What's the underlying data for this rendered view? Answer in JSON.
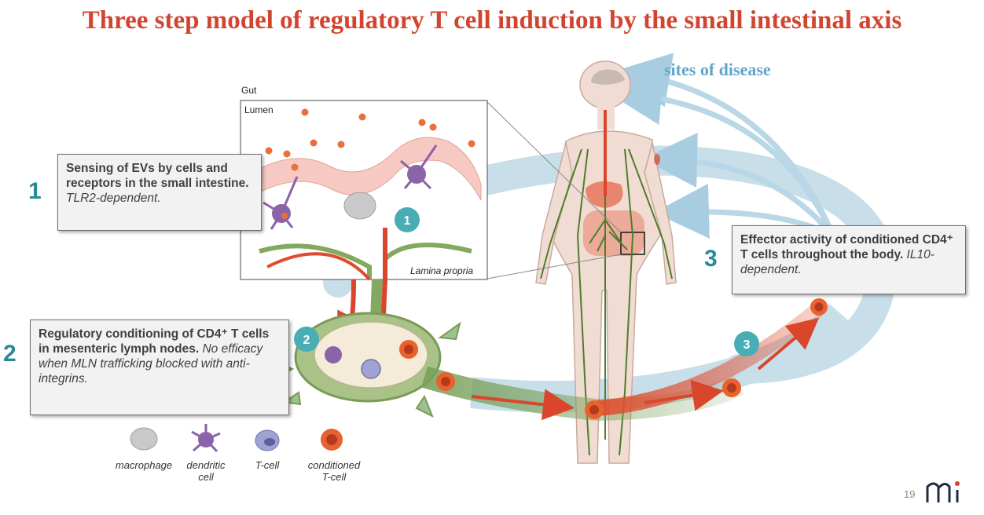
{
  "title": "Three step model of regulatory T cell induction by the small intestinal axis",
  "gut": {
    "gut_label": "Gut",
    "lumen_label": "Lumen",
    "lamina_label": "Lamina propria"
  },
  "sites_label": "sites of disease",
  "steps": [
    {
      "num": "1",
      "bold": "Sensing of EVs by cells and receptors in the small intestine.",
      "italic": "TLR2-dependent."
    },
    {
      "num": "2",
      "bold": "Regulatory conditioning of CD4⁺ T cells in mesenteric lymph nodes.",
      "italic": "No efficacy when MLN trafficking blocked with anti-integrins."
    },
    {
      "num": "3",
      "bold": "Effector activity of conditioned CD4⁺ T cells throughout the body.",
      "italic": "IL10-dependent."
    }
  ],
  "badges": [
    "1",
    "2",
    "3"
  ],
  "legend": [
    {
      "label": "macrophage",
      "label2": ""
    },
    {
      "label": "dendritic",
      "label2": "cell"
    },
    {
      "label": "T-cell",
      "label2": ""
    },
    {
      "label": "conditioned",
      "label2": "T-cell"
    }
  ],
  "page_number": "19",
  "colors": {
    "title": "#d2442f",
    "step_number": "#2b8a9a",
    "badge": "#49adb5",
    "flow": "#c8dfea",
    "sites": "#5ea6c9"
  }
}
